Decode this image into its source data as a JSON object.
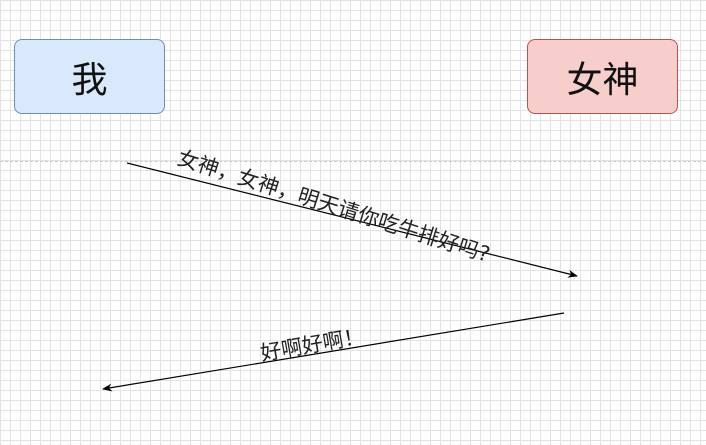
{
  "participants": {
    "left": {
      "label": "我",
      "fill": "#dae8fc",
      "stroke": "#6c8ebf"
    },
    "right": {
      "label": "女神",
      "fill": "#f8cecc",
      "stroke": "#b85450"
    }
  },
  "messages": [
    {
      "from": "left",
      "to": "right",
      "text": "女神，女神，明天请你吃牛排好吗?"
    },
    {
      "from": "right",
      "to": "left",
      "text": "好啊好啊！"
    }
  ],
  "colors": {
    "grid": "#e3e3e3",
    "arrow": "#000000",
    "divider": "#c8c8c8"
  }
}
